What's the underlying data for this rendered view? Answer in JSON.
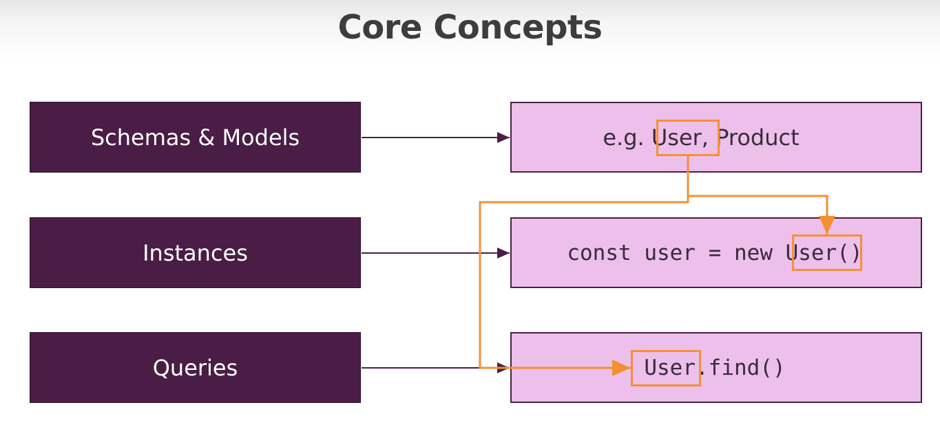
{
  "slide": {
    "title": "Core Concepts"
  },
  "concepts": [
    {
      "label": "Schemas & Models",
      "example": "e.g. User, Product"
    },
    {
      "label": "Instances",
      "example": "const user = new User()"
    },
    {
      "label": "Queries",
      "example": "User.find()"
    }
  ],
  "colors": {
    "concept_box": "#4a1d47",
    "example_box": "#ecc0ea",
    "highlight": "#f59032",
    "arrow": "#4a1d47"
  }
}
